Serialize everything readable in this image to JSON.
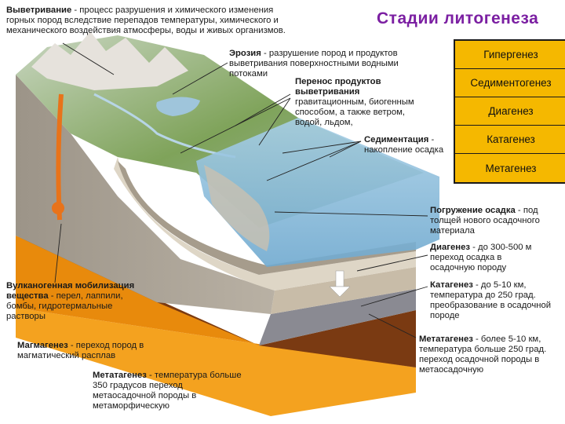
{
  "title": "Стадии литогенеза",
  "stages": [
    "Гипергенез",
    "Седиментогенез",
    "Диагенез",
    "Катагенез",
    "Метагенез"
  ],
  "labels": {
    "weathering": {
      "term": "Выветривание",
      "text": " - процесс разрушения и химического изменения горных пород вследствие перепадов температуры, химического и механического воздействия атмосферы, воды и живых организмов."
    },
    "erosion": {
      "term": "Эрозия",
      "text": " - разрушение пород и продуктов выветривания поверхностными водными потоками"
    },
    "transport": {
      "term": "Перенос продуктов выветривания",
      "text": " гравитационным, биогенным способом, а также ветром, водой, льдом,"
    },
    "sedimentation": {
      "term": "Седиментация",
      "text": " - накопление осадка"
    },
    "burial": {
      "term": "Погружение осадка",
      "text": " - под толщей нового осадочного материала"
    },
    "diagenesis": {
      "term": "Диагенез",
      "text": " - до 300-500 м переход осадка в осадочную породу"
    },
    "catagenesis": {
      "term": "Катагенез",
      "text": " - до 5-10 км, температура до 250 град. преобразование в осадочной породе"
    },
    "metatagenesis": {
      "term": "Метатагенез",
      "text": " - более 5-10 км, температура больше 250 град. переход осадочной породы в метаосадочную"
    },
    "volcanic": {
      "term": "Вулканогенная мобилизация вещества",
      "text": " - перел, лаппили, бомбы, гидротермальные растворы"
    },
    "magmagenesis": {
      "term": "Магмагенез",
      "text": " - переход пород в магматический расплав"
    },
    "metatagenesis2": {
      "term": "Метатагенез",
      "text": " - температура больше 350 градусов переход метаосадочной породы в метаморфическую"
    }
  },
  "colors": {
    "title": "#7b1fa2",
    "stage_fill": "#f5b800",
    "magma": "#f08a00"
  }
}
